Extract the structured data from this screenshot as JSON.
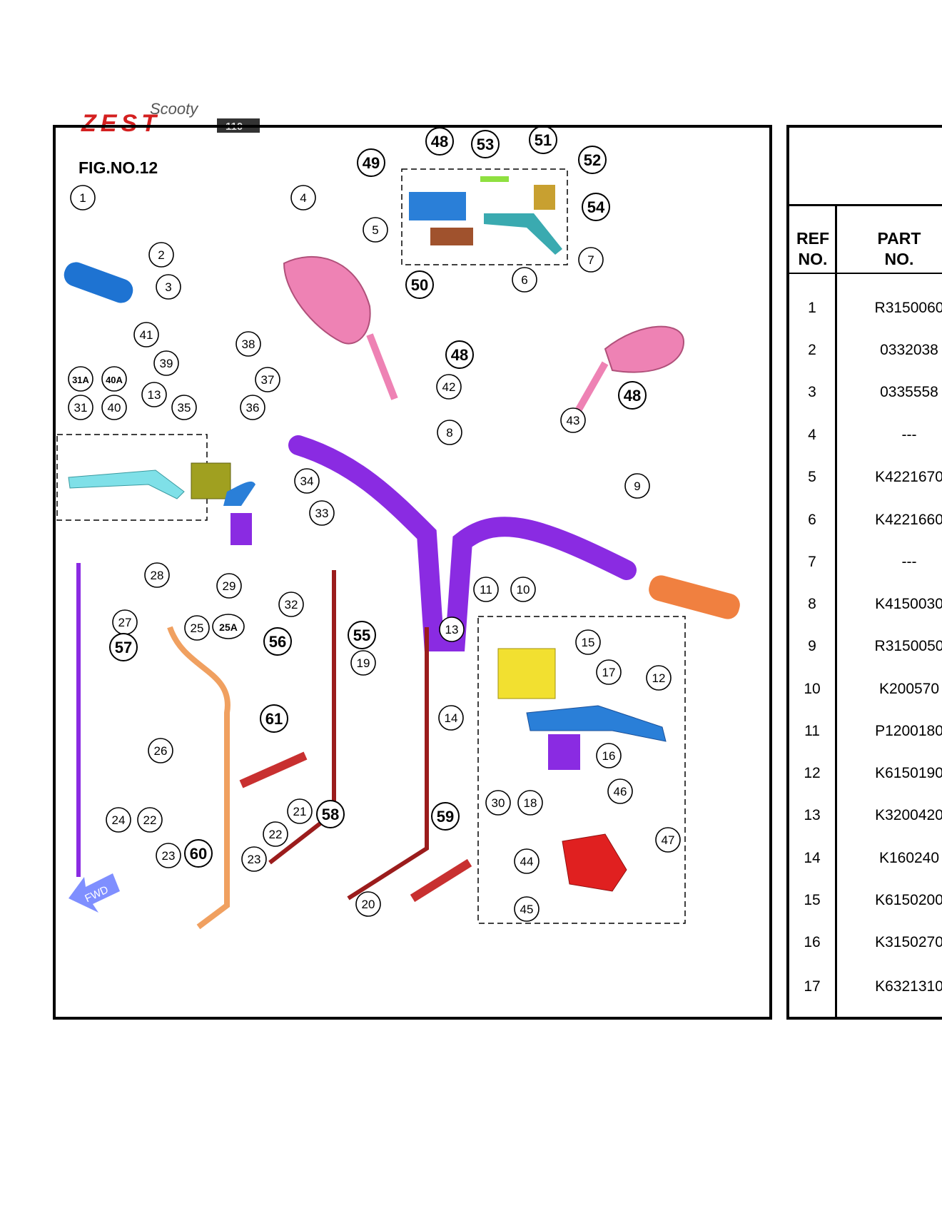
{
  "header": {
    "logo_top": "Scooty",
    "logo_brand": "ZEST",
    "logo_tag": "110"
  },
  "figure": {
    "title": "FIG.NO.12",
    "fwd_label": "FWD"
  },
  "callouts": [
    "1",
    "2",
    "3",
    "4",
    "5",
    "6",
    "7",
    "8",
    "9",
    "10",
    "11",
    "12",
    "13",
    "14",
    "15",
    "16",
    "17",
    "18",
    "19",
    "20",
    "21",
    "22",
    "23",
    "24",
    "25",
    "25A",
    "26",
    "27",
    "28",
    "29",
    "30",
    "31",
    "31A",
    "32",
    "33",
    "34",
    "35",
    "36",
    "37",
    "38",
    "39",
    "40",
    "40A",
    "41",
    "42",
    "43",
    "44",
    "45",
    "46",
    "47",
    "48",
    "49",
    "50",
    "51",
    "52",
    "53",
    "54",
    "55",
    "56",
    "57",
    "58",
    "59",
    "60",
    "61"
  ],
  "table": {
    "col_ref": "REF NO.",
    "col_part": "PART NO.",
    "rows": [
      {
        "ref": "1",
        "part": "R3150060"
      },
      {
        "ref": "2",
        "part": "0332038"
      },
      {
        "ref": "3",
        "part": "0335558"
      },
      {
        "ref": "4",
        "part": "---"
      },
      {
        "ref": "5",
        "part": "K4221670"
      },
      {
        "ref": "6",
        "part": "K4221660"
      },
      {
        "ref": "7",
        "part": "---"
      },
      {
        "ref": "8",
        "part": "K4150030"
      },
      {
        "ref": "9",
        "part": "R3150050"
      },
      {
        "ref": "10",
        "part": "K200570"
      },
      {
        "ref": "11",
        "part": "P1200180"
      },
      {
        "ref": "12",
        "part": "K6150190"
      },
      {
        "ref": "13",
        "part": "K3200420"
      },
      {
        "ref": "14",
        "part": "K160240"
      },
      {
        "ref": "15",
        "part": "K6150200"
      },
      {
        "ref": "16",
        "part": "K3150270"
      },
      {
        "ref": "17",
        "part": "K6321310"
      }
    ]
  },
  "colors": {
    "handlebar": "#8a2be2",
    "mirror": "#ee82b4",
    "grip_left": "#1e73d2",
    "grip_right": "#f08040",
    "cable": "#9b1c1c",
    "cable_orange": "#f0a060",
    "switch_yellow": "#f2e030",
    "switch_red": "#e02020",
    "lever_blue": "#2a7fd8",
    "lever_cyan": "#7fe0e8"
  }
}
